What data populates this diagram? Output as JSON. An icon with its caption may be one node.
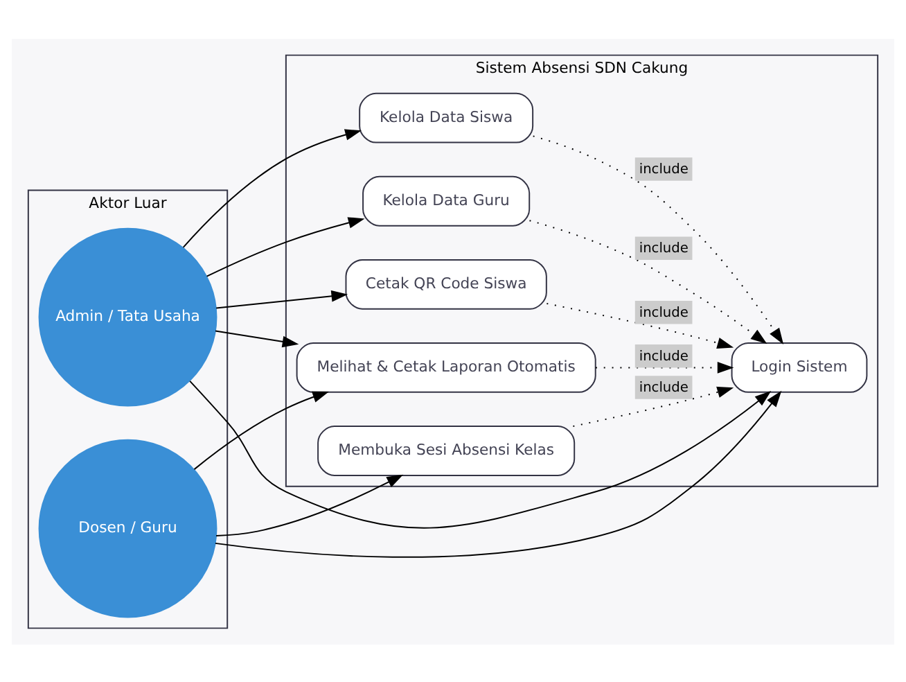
{
  "diagram": {
    "nodes": [
      {
        "text": [
          "Aktor Luar"
        ]
      },
      {
        "text": [
          "Admin / Tata Usaha"
        ],
        "in": 0
      },
      {
        "text": [
          "Dosen / Guru"
        ],
        "in": 0
      },
      {
        "text": [
          "Sistem Absensi SDN Cakung"
        ]
      },
      {
        "text": [
          "Kelola Data Siswa"
        ],
        "in": 3
      },
      {
        "text": [
          "Kelola Data Guru"
        ],
        "in": 3
      },
      {
        "text": [
          "Cetak QR Code Siswa"
        ],
        "in": 3
      },
      {
        "text": [
          "Melihat & Cetak Laporan Otomatis"
        ],
        "in": 3
      },
      {
        "text": [
          "Membuka Sesi Absensi Kelas"
        ],
        "in": 3
      },
      {
        "text": [
          "Login Sistem"
        ],
        "in": 3
      }
    ],
    "edges": [
      {
        "from": 1,
        "to": 9,
        "arrow": "to"
      },
      {
        "from": 1,
        "to": 4,
        "arrow": "to"
      },
      {
        "from": 1,
        "to": 5,
        "arrow": "to"
      },
      {
        "from": 1,
        "to": 6,
        "arrow": "to"
      },
      {
        "from": 1,
        "to": 7,
        "arrow": "to"
      },
      {
        "from": 2,
        "to": 9,
        "arrow": "to"
      },
      {
        "from": 2,
        "to": 7,
        "arrow": "to"
      },
      {
        "from": 2,
        "to": 8,
        "arrow": "to"
      },
      {
        "from": 4,
        "to": 9,
        "arrow": "to",
        "label": "include",
        "style": "dashed"
      },
      {
        "from": 5,
        "to": 9,
        "arrow": "to",
        "label": "include",
        "style": "dashed"
      },
      {
        "from": 6,
        "to": 9,
        "arrow": "to",
        "label": "include",
        "style": "dashed"
      },
      {
        "from": 7,
        "to": 9,
        "arrow": "to",
        "label": "include",
        "style": "dashed"
      },
      {
        "from": 8,
        "to": 9,
        "arrow": "to",
        "label": "include",
        "style": "dashed"
      }
    ]
  }
}
